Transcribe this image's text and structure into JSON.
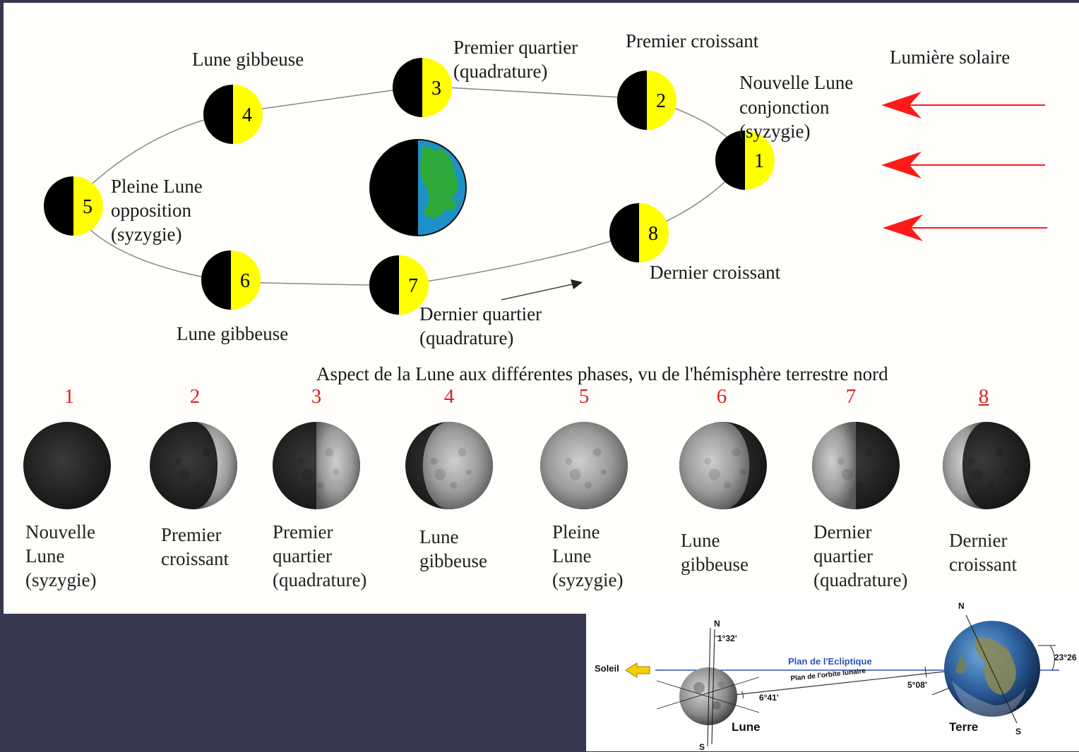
{
  "top_diagram": {
    "orbit_labels": {
      "moon4": "Lune gibbeuse",
      "moon3_line1": "Premier quartier",
      "moon3_line2": "(quadrature)",
      "moon2": "Premier croissant",
      "sunlight": "Lumière solaire",
      "moon1_line1": "Nouvelle Lune",
      "moon1_line2": "conjonction",
      "moon1_line3": "(syzygie)",
      "moon5_line1": "Pleine Lune",
      "moon5_line2": "opposition",
      "moon5_line3": "(syzygie)",
      "moon8": "Dernier croissant",
      "moon6": "Lune gibbeuse",
      "moon7_line1": "Dernier quartier",
      "moon7_line2": "(quadrature)"
    },
    "orbit_numbers": [
      "1",
      "2",
      "3",
      "4",
      "5",
      "6",
      "7",
      "8"
    ],
    "caption": "Aspect de la Lune aux différentes phases, vu de l'hémisphère terrestre nord",
    "phases": [
      {
        "num": "1",
        "lines": [
          "Nouvelle",
          "Lune",
          "(syzygie)"
        ]
      },
      {
        "num": "2",
        "lines": [
          "Premier",
          "croissant"
        ]
      },
      {
        "num": "3",
        "lines": [
          "Premier",
          "quartier",
          "(quadrature)"
        ]
      },
      {
        "num": "4",
        "lines": [
          "Lune",
          "gibbeuse"
        ]
      },
      {
        "num": "5",
        "lines": [
          "Pleine",
          "Lune",
          "(syzygie)"
        ]
      },
      {
        "num": "6",
        "lines": [
          "Lune",
          "gibbeuse"
        ]
      },
      {
        "num": "7",
        "lines": [
          "Dernier",
          "quartier",
          "(quadrature)"
        ]
      },
      {
        "num": "8",
        "lines": [
          "Dernier",
          "croissant"
        ]
      }
    ],
    "colors": {
      "sun_arrow": "#ff1a1a",
      "moon_lit": "#ffff00",
      "numbers": "#e02020",
      "ocean": "#1e90c8",
      "land": "#2eaa3a"
    }
  },
  "orbit_diagram": {
    "soleil": "Soleil",
    "ecliptic_label": "Plan de l'Ecliptique",
    "lunar_orbit_label": "Plan de l'orbite lunaire",
    "lune": "Lune",
    "terre": "Terre",
    "north": "N",
    "south": "S",
    "angle_moon_axis": "1°32'",
    "angle_moon_orbit": "6°41'",
    "angle_orbit": "5°08'",
    "angle_earth": "23°26"
  }
}
